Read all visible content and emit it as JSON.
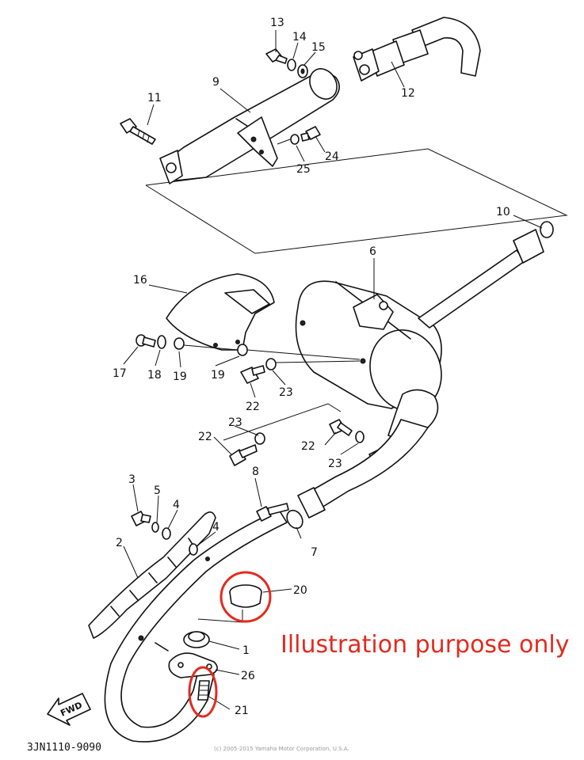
{
  "diagram": {
    "part_labels": {
      "p1": "1",
      "p2": "2",
      "p3": "3",
      "p4a": "4",
      "p4b": "4",
      "p5": "5",
      "p6": "6",
      "p7": "7",
      "p8": "8",
      "p9": "9",
      "p10": "10",
      "p11": "11",
      "p12": "12",
      "p13": "13",
      "p14": "14",
      "p15": "15",
      "p16": "16",
      "p17": "17",
      "p18": "18",
      "p19a": "19",
      "p19b": "19",
      "p20": "20",
      "p21": "21",
      "p22a": "22",
      "p22b": "22",
      "p22c": "22",
      "p23a": "23",
      "p23b": "23",
      "p23c": "23",
      "p24": "24",
      "p25": "25",
      "p26": "26"
    },
    "fwd_label": "FWD",
    "diagram_code": "3JN1110-9090",
    "copyright": "(c) 2005-2015 Yamaha Motor Corporation, U.S.A.",
    "annotation": "Illustration purpose only",
    "highlight_color": "#e32a1f"
  }
}
